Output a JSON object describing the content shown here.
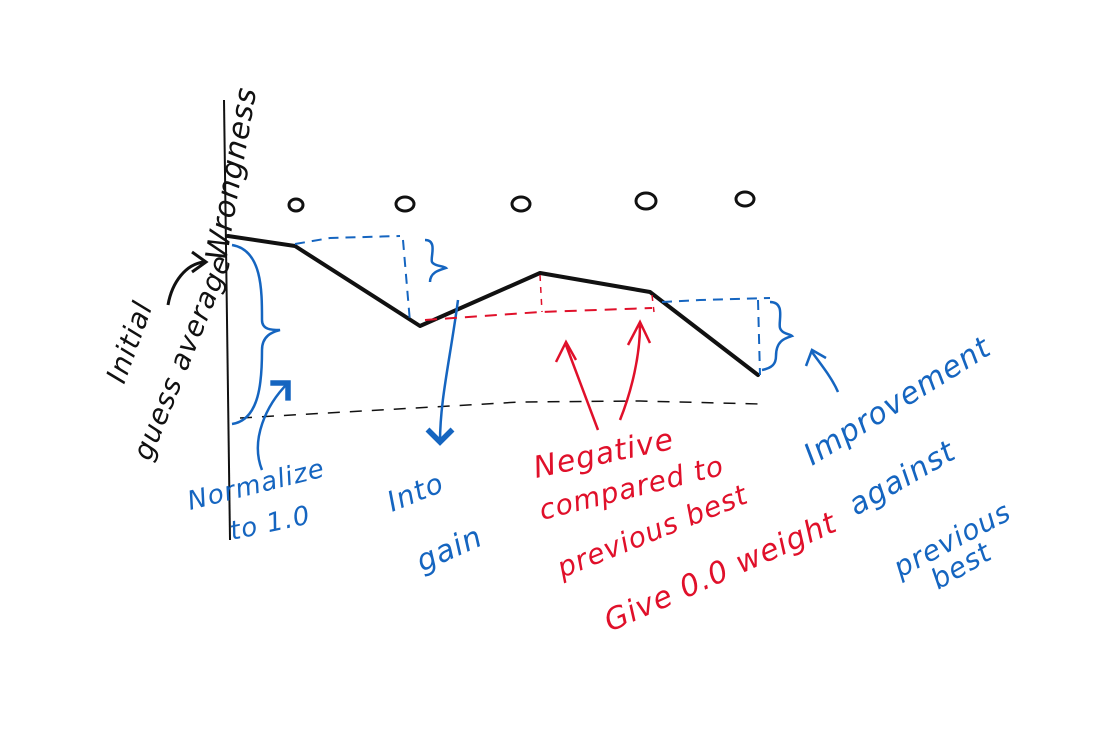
{
  "colors": {
    "ink": "#111111",
    "blue": "#1565c0",
    "red": "#e0102a"
  },
  "axis": {
    "y_label": "Wrongness"
  },
  "points_marker": "o",
  "labels": {
    "initial_line1": "Initial",
    "initial_line2": "guess average",
    "normalize_line1": "Normalize",
    "normalize_line2": "to 1.0",
    "into_line1": "Into",
    "into_line2": "gain",
    "negative_line1": "Negative",
    "negative_line2": "compared to",
    "negative_line3": "previous best",
    "negative_line4": "Give 0.0 weight",
    "improvement_line1": "Improvement",
    "improvement_line2": "against",
    "improvement_line3": "previous",
    "improvement_line4": "best"
  }
}
